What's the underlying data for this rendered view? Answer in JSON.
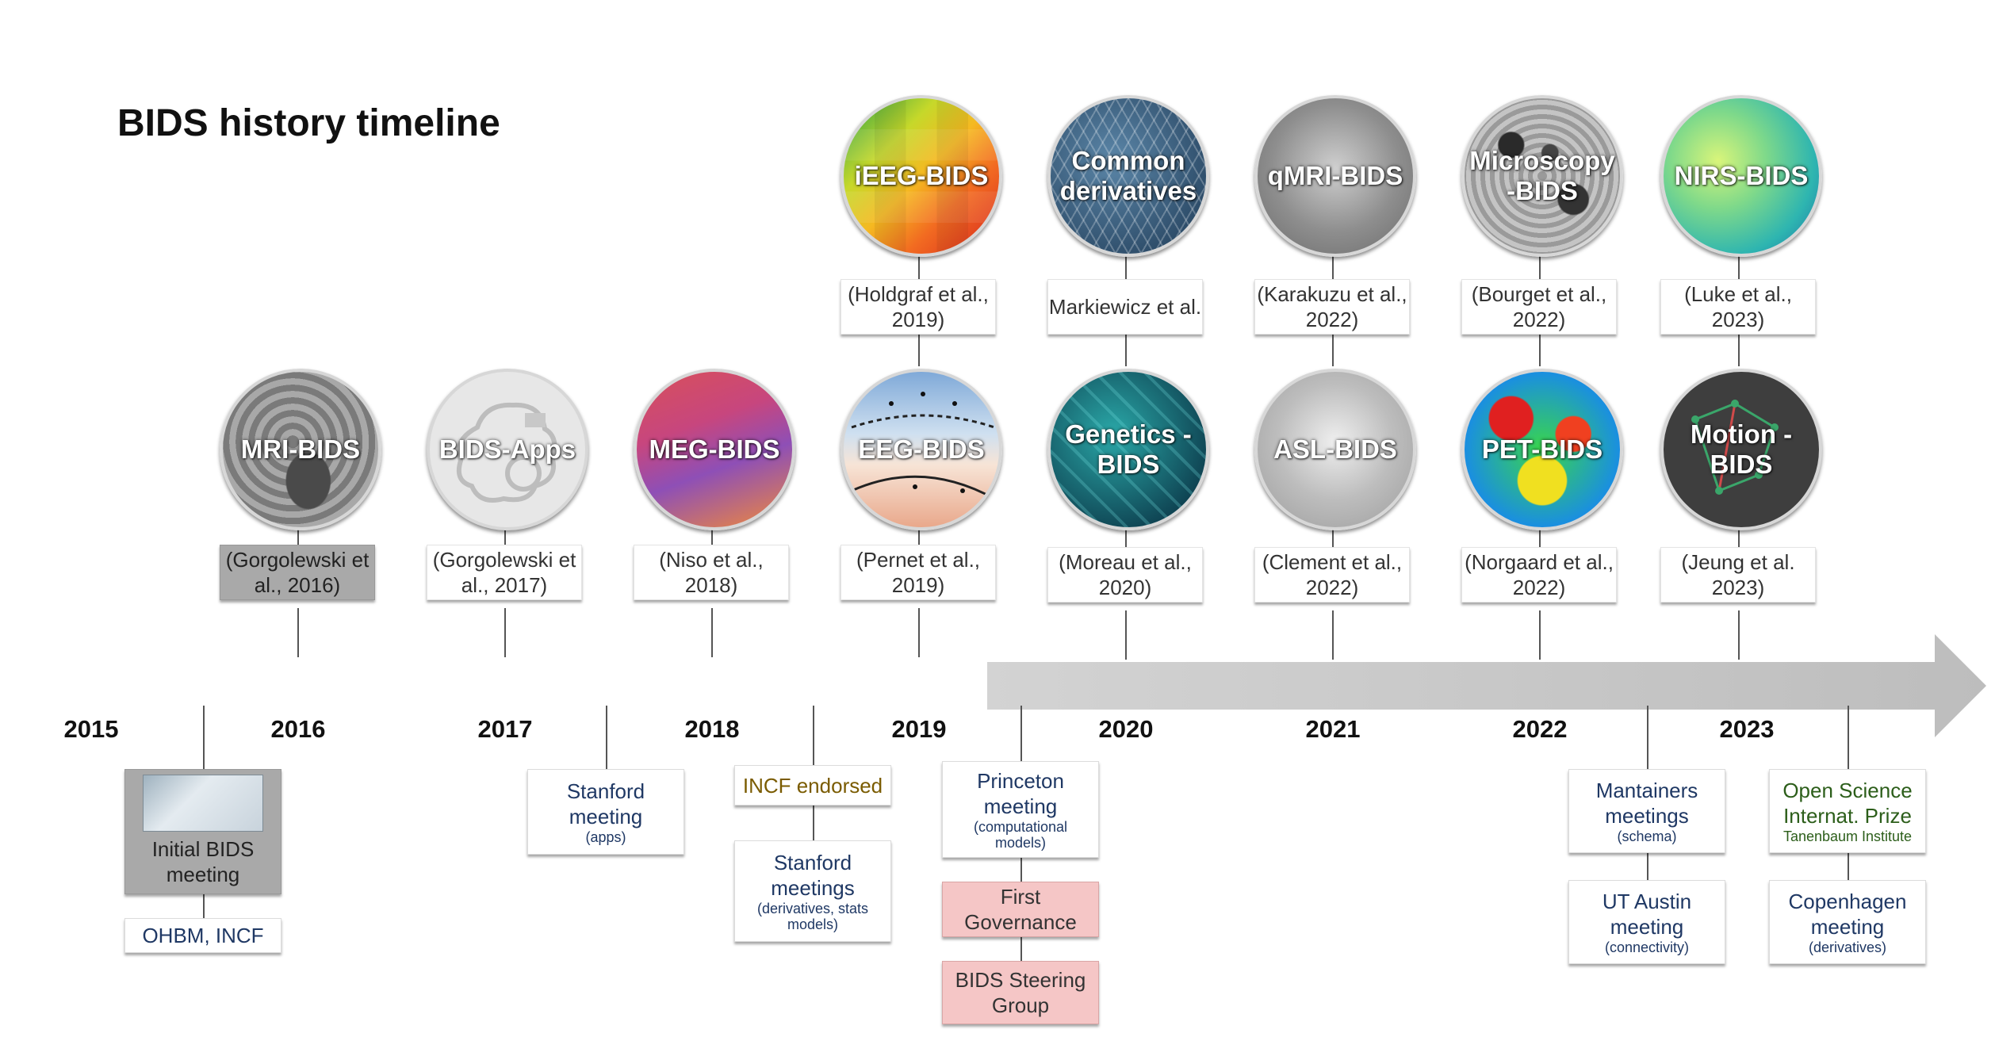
{
  "title": "BIDS history timeline",
  "years": [
    "2015",
    "2016",
    "2017",
    "2018",
    "2019",
    "2020",
    "2021",
    "2022",
    "2023"
  ],
  "colors": {
    "arrow": "#c9c9c9",
    "governance_boxes": "#f5c6c6",
    "event_text": "#1f3864"
  },
  "extensions_row_bottom": [
    {
      "label": "MRI-BIDS",
      "citation": "(Gorgolewski et al., 2016)",
      "icon": "brain-mri-image"
    },
    {
      "label": "BIDS-Apps",
      "citation": "(Gorgolewski et al., 2017)",
      "icon": "brain-gear-icon"
    },
    {
      "label": "MEG-BIDS",
      "citation": "(Niso et al., 2018)",
      "icon": "meg-image"
    },
    {
      "label": "EEG-BIDS",
      "citation": "(Pernet et al., 2019)",
      "icon": "eeg-head-image"
    },
    {
      "label": "Genetics -BIDS",
      "citation": "(Moreau et al., 2020)",
      "icon": "dna-image"
    },
    {
      "label": "ASL-BIDS",
      "citation": "(Clement et al., 2022)",
      "icon": "asl-image"
    },
    {
      "label": "PET-BIDS",
      "citation": "(Norgaard et al., 2022)",
      "icon": "pet-image"
    },
    {
      "label": "Motion -BIDS",
      "citation": "(Jeung et al. 2023)",
      "icon": "motion-skeleton-image"
    }
  ],
  "extensions_row_top": [
    {
      "label": "iEEG-BIDS",
      "citation": "(Holdgraf et al., 2019)",
      "icon": "ieeg-grid-image"
    },
    {
      "label": "Common derivatives",
      "citation": "Markiewicz et al.",
      "icon": "mesh-image"
    },
    {
      "label": "qMRI-BIDS",
      "citation": "(Karakuzu et al., 2022)",
      "icon": "qmri-image"
    },
    {
      "label": "Microscopy -BIDS",
      "citation": "(Bourget et al., 2022)",
      "icon": "microscopy-image"
    },
    {
      "label": "NIRS-BIDS",
      "citation": "(Luke et al., 2023)",
      "icon": "nirs-image"
    }
  ],
  "events": [
    {
      "main": "Initial BIDS meeting",
      "sub": "",
      "icon": "whiteboard-photo"
    },
    {
      "main": "OHBM, INCF",
      "sub": ""
    },
    {
      "main": "Stanford meeting",
      "sub": "(apps)"
    },
    {
      "main": "INCF endorsed",
      "sub": ""
    },
    {
      "main": "Stanford meetings",
      "sub": "(derivatives, stats models)"
    },
    {
      "main": "Princeton meeting",
      "sub": "(computational models)"
    },
    {
      "main": "First Governance",
      "sub": ""
    },
    {
      "main": "BIDS Steering Group",
      "sub": ""
    },
    {
      "main": "Mantainers meetings",
      "sub": "(schema)"
    },
    {
      "main": "UT Austin meeting",
      "sub": "(connectivity)"
    },
    {
      "main": "Open Science Internat. Prize",
      "sub": "Tanenbaum Institute"
    },
    {
      "main": "Copenhagen meeting",
      "sub": "(derivatives)"
    }
  ]
}
